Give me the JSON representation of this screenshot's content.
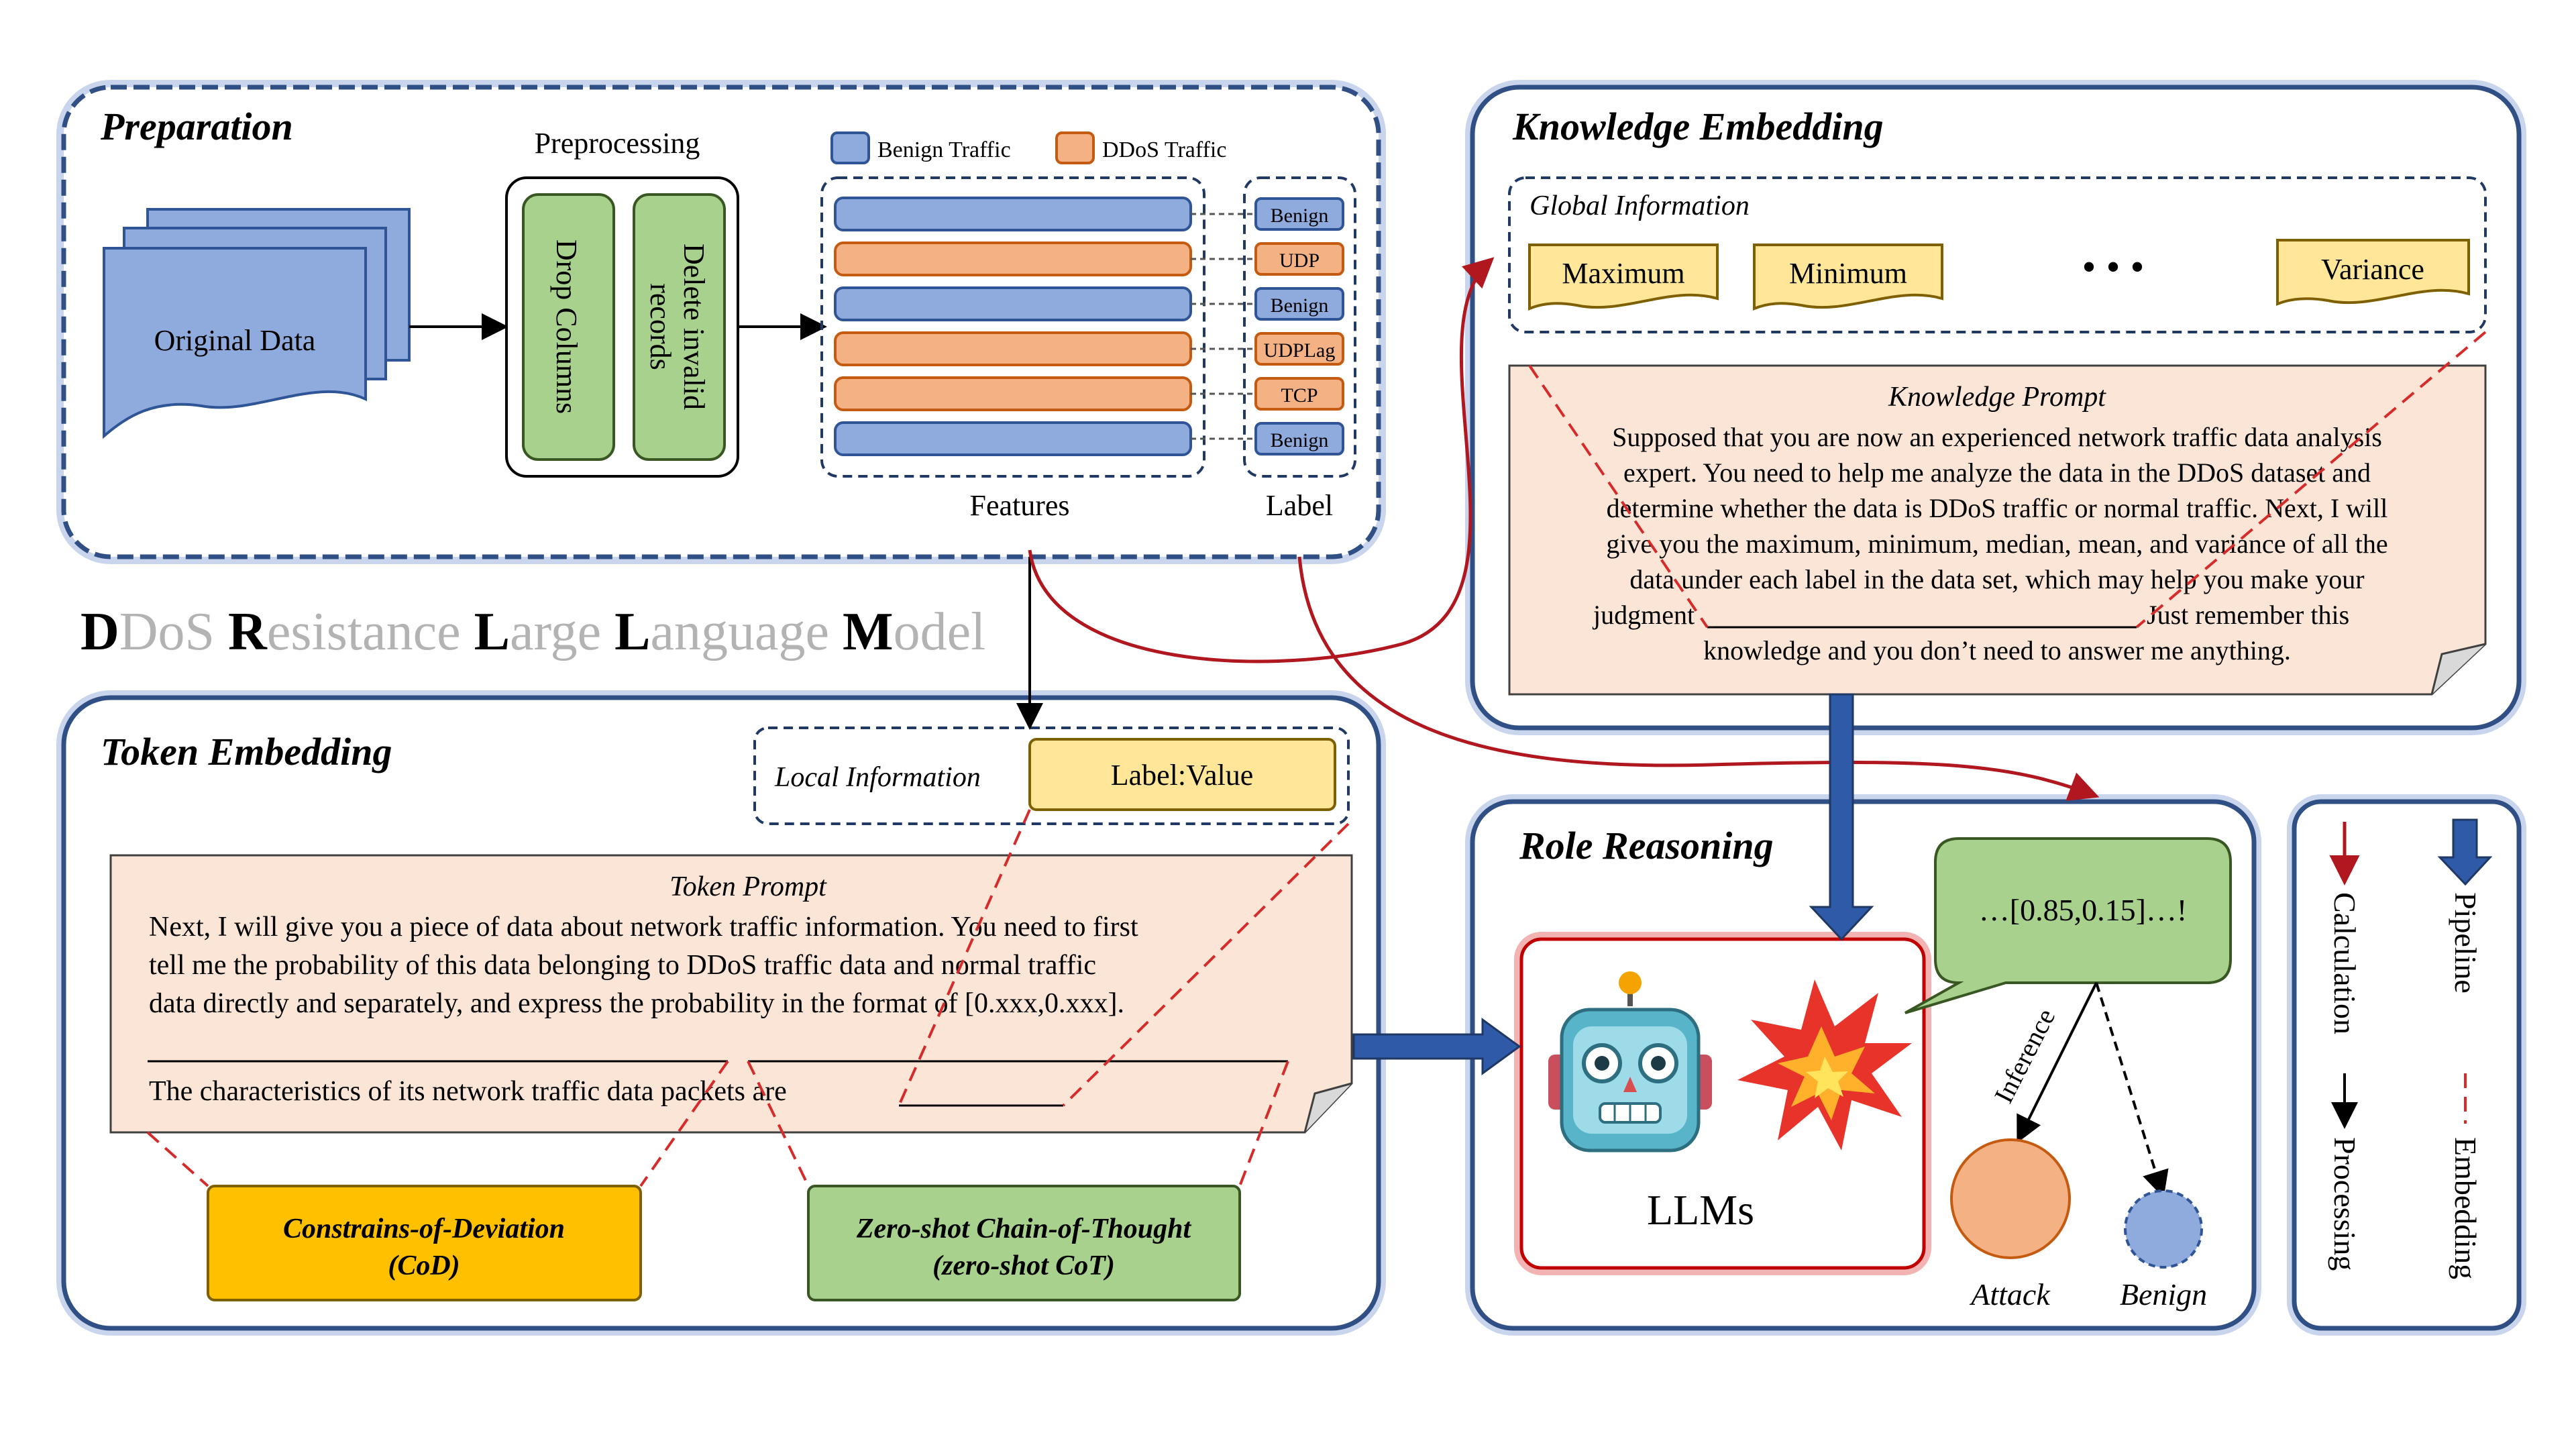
{
  "preparation": {
    "title": "Preparation",
    "original_data": "Original Data",
    "preprocessing": "Preprocessing",
    "drop_columns": "Drop Columns",
    "delete_invalid_line1": "Delete invalid",
    "delete_invalid_line2": "records",
    "legend_benign": "Benign Traffic",
    "legend_ddos": "DDoS Traffic",
    "labels": [
      "Benign",
      "UDP",
      "Benign",
      "UDPLag",
      "TCP",
      "Benign"
    ],
    "features": "Features",
    "label": "Label",
    "colors": {
      "benign": "#8faadc",
      "ddos": "#f4b183"
    }
  },
  "model_name": {
    "parts": [
      {
        "strong": "D",
        "light": "DoS "
      },
      {
        "strong": "R",
        "light": "esistance "
      },
      {
        "strong": "L",
        "light": "arge "
      },
      {
        "strong": "L",
        "light": "anguage "
      },
      {
        "strong": "M",
        "light": "odel"
      }
    ]
  },
  "knowledge": {
    "title": "Knowledge Embedding",
    "global_info": "Global Information",
    "stats": [
      "Maximum",
      "Minimum",
      "Variance"
    ],
    "dots": "• • •",
    "prompt_title": "Knowledge Prompt",
    "prompt_lines": [
      "Supposed that you are now an experienced network traffic data analysis",
      "expert. You need to help me analyze the data in the DDoS dataset and",
      "determine whether the data is DDoS traffic or normal traffic. Next, I will",
      "give you the maximum, minimum, median, mean, and variance of all the",
      "data under each label in the data set, which may help you make your"
    ],
    "prompt_judgment": "judgment",
    "prompt_tail": "Just remember this",
    "prompt_last": "knowledge and you don’t need to answer me anything."
  },
  "token": {
    "title": "Token Embedding",
    "local_info": "Local Information",
    "label_value": "Label:Value",
    "prompt_title": "Token Prompt",
    "prompt_lines": [
      "Next, I will give you a piece of data about network traffic information. You need to first",
      "tell me the probability of this data belonging to DDoS traffic data and normal traffic",
      "data directly and separately, and express the probability in the format of [0.xxx,0.xxx]."
    ],
    "prompt_last": "The characteristics of its network traffic data packets are",
    "cod_line1": "Constrains-of-Deviation",
    "cod_line2": "(CoD)",
    "cot_line1": "Zero-shot Chain-of-Thought",
    "cot_line2": "(zero-shot CoT)"
  },
  "role": {
    "title": "Role Reasoning",
    "llms": "LLMs",
    "output": "…[0.85,0.15]…!",
    "inference": "Inference",
    "attack": "Attack",
    "benign": "Benign"
  },
  "legend": {
    "calculation": "Calculation",
    "processing": "Processing",
    "pipeline": "Pipeline",
    "embedding": "Embedding"
  }
}
